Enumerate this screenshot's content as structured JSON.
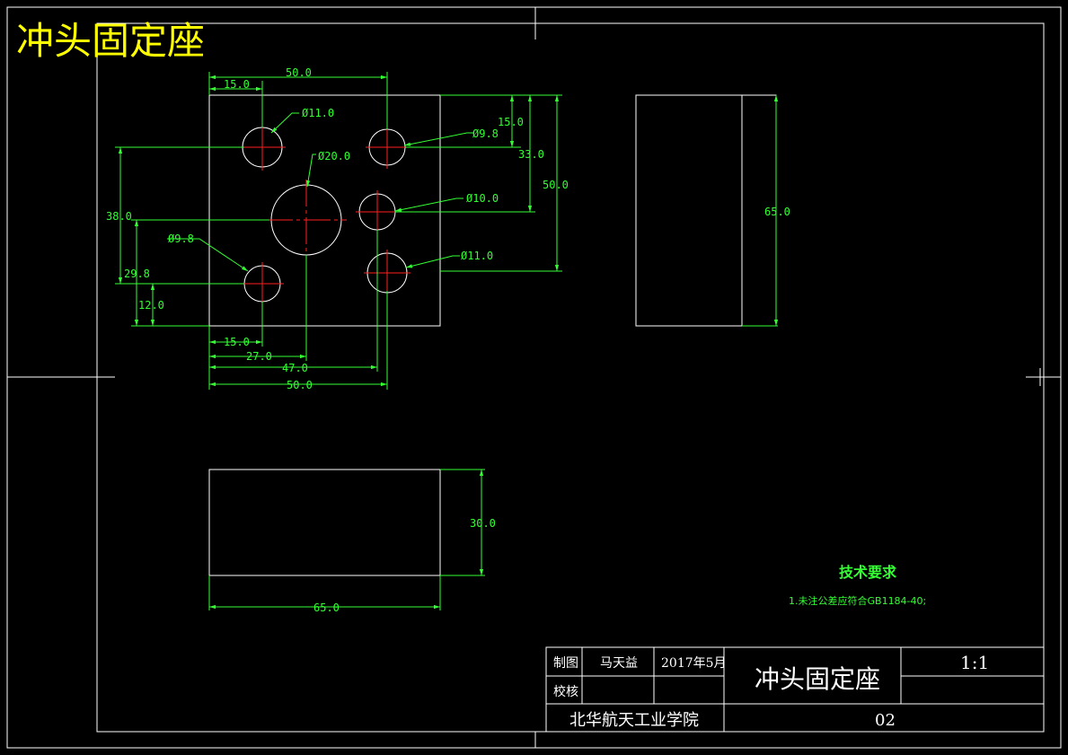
{
  "drawing_title": "冲头固定座",
  "colors": {
    "background": "#000000",
    "outline": "#ffffff",
    "dimension": "#33ff33",
    "centerline": "#ff2020",
    "title_yellow": "#ffff00"
  },
  "front_view": {
    "top_dims": {
      "hole_offset": "15.0",
      "overall_width": "50.0"
    },
    "right_dims": {
      "top_hole": "15.0",
      "mid_hole": "33.0",
      "overall_height": "50.0"
    },
    "left_dims": {
      "upper_hole": "38.0",
      "center_hole": "29.8",
      "lower_hole": "12.0"
    },
    "bottom_dims": {
      "left_hole": "15.0",
      "center_hole": "27.0",
      "right_hole": "47.0",
      "overall_width": "50.0"
    },
    "hole_labels": {
      "top_left": "Ø11.0",
      "top_right": "Ø9.8",
      "center": "Ø20.0",
      "right_mid": "Ø10.0",
      "lower_left": "Ø9.8",
      "lower_right": "Ø11.0"
    }
  },
  "side_view": {
    "height": "65.0"
  },
  "bottom_view": {
    "thickness": "30.0",
    "length": "65.0"
  },
  "tech_requirements": {
    "heading": "技术要求",
    "note": "1.未注公差应符合GB1184-40;"
  },
  "title_block": {
    "draw_label": "制图",
    "drafter": "马天益",
    "date": "2017年5月",
    "check_label": "校核",
    "part_name": "冲头固定座",
    "scale": "1:1",
    "school": "北华航天工业学院",
    "drawing_number": "02"
  }
}
